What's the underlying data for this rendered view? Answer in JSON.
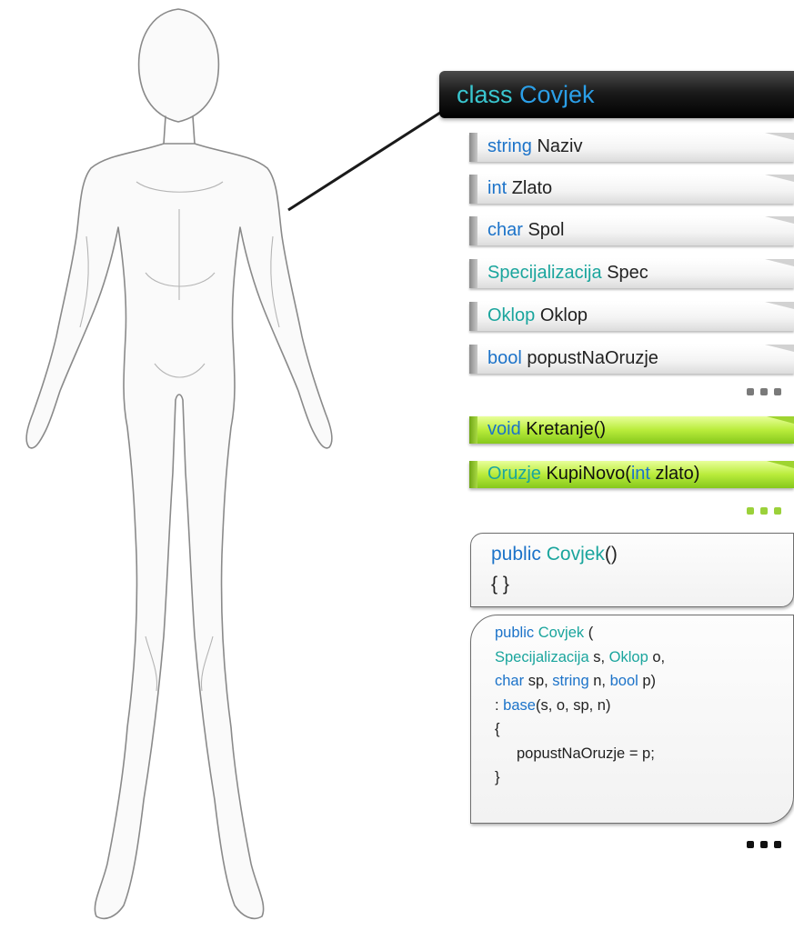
{
  "class_header": {
    "keyword": "class",
    "name": "Covjek"
  },
  "fields": [
    {
      "type": "string",
      "type_kind": "keyword",
      "name": "Naziv"
    },
    {
      "type": "int",
      "type_kind": "keyword",
      "name": "Zlato"
    },
    {
      "type": "char",
      "type_kind": "keyword",
      "name": "Spol"
    },
    {
      "type": "Specijalizacija",
      "type_kind": "class",
      "name": "Spec"
    },
    {
      "type": "Oklop",
      "type_kind": "class",
      "name": "Oklop"
    },
    {
      "type": "bool",
      "type_kind": "keyword",
      "name": "popustNaOruzje"
    }
  ],
  "methods": [
    {
      "ret": "void",
      "name": "Kretanje()"
    },
    {
      "ret": "Oruzje",
      "name": "KupiNovo(",
      "param_type": "int",
      "param": "zlato)"
    }
  ],
  "constructor_default": {
    "public": "public",
    "name": "Covjek",
    "parens": "()",
    "body": "{ }"
  },
  "constructor_full": {
    "line1_public": "public",
    "line1_name": "Covjek",
    "line1_rest": " (",
    "line2_t1": "Specijalizacija",
    "line2_a": " s, ",
    "line2_t2": "Oklop",
    "line2_b": " o,",
    "line3_t1": "char",
    "line3_a": " sp, ",
    "line3_t2": "string",
    "line3_b": " n, ",
    "line3_t3": "bool",
    "line3_c": " p)",
    "line4_a": ": ",
    "line4_base": "base",
    "line4_b": "(s, o, sp, n)",
    "line5": "{",
    "line6": "popustNaOruzje = p;",
    "line7": "}"
  },
  "colors": {
    "keyword": "#1c73c9",
    "class_type": "#1aa59d",
    "header_bg": "#000000",
    "method_bg": "#b9ec3b"
  },
  "icons": [
    "more-dots-icon"
  ]
}
